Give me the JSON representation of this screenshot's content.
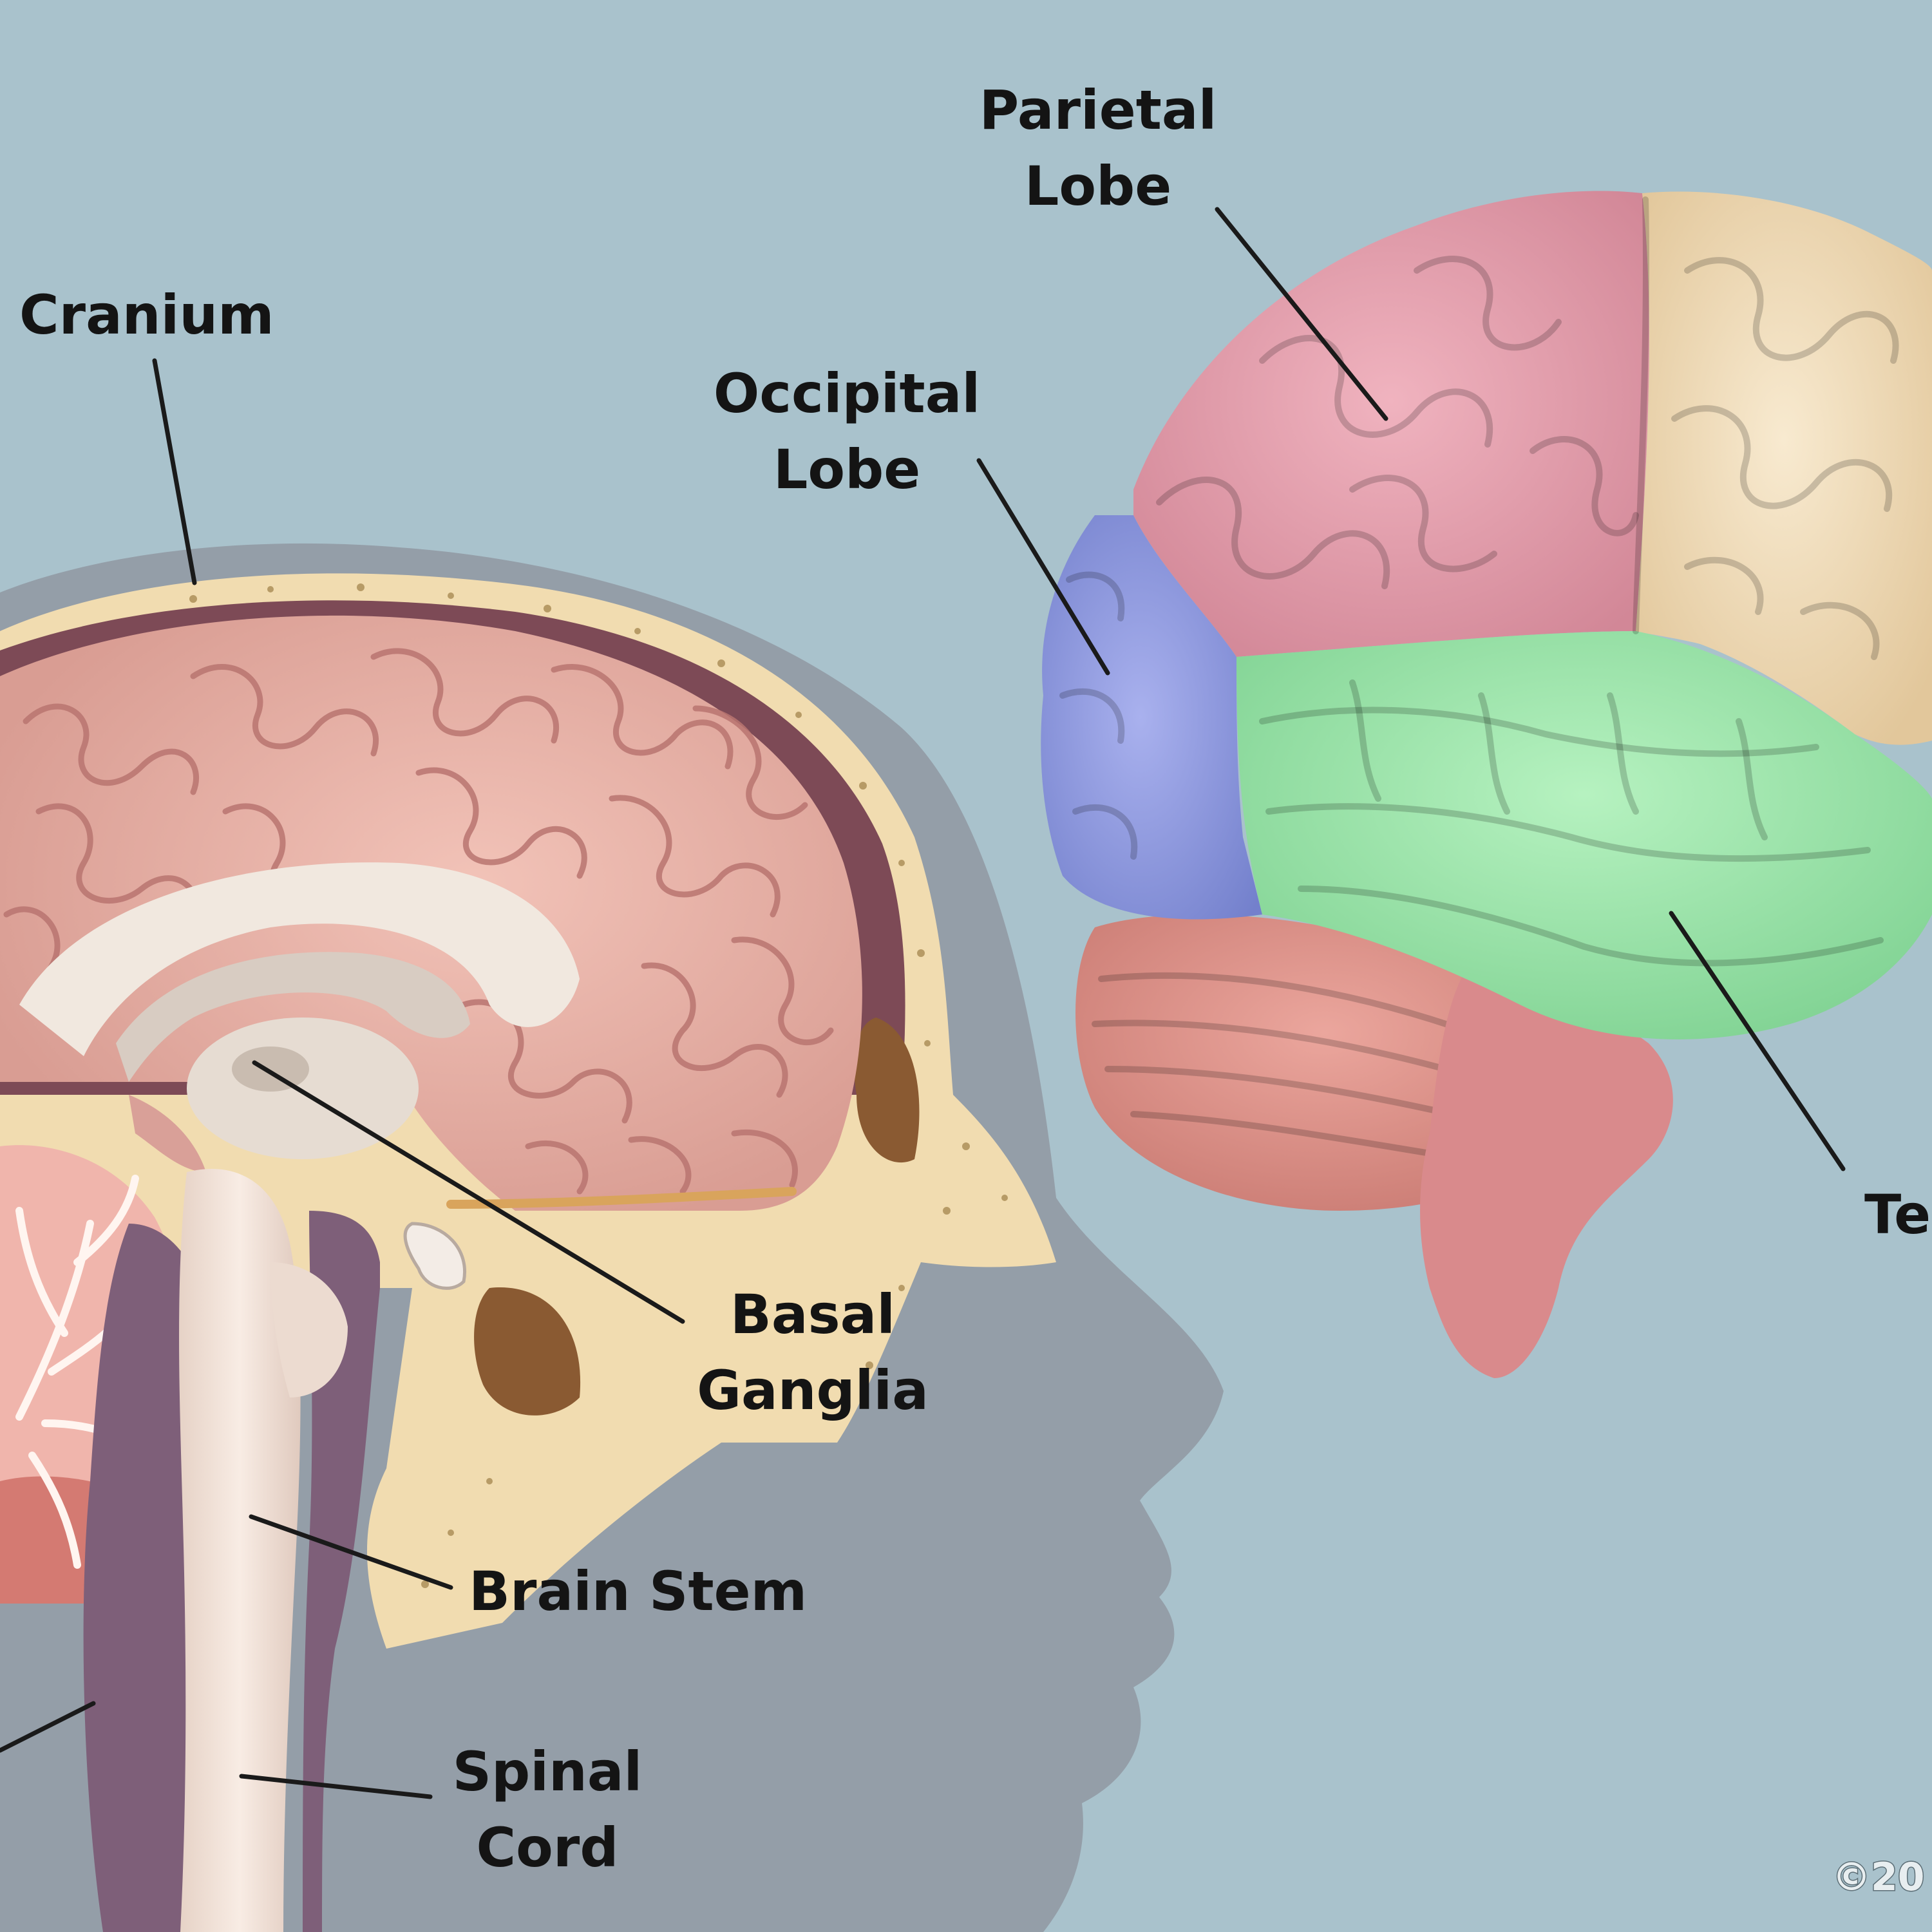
{
  "labels": {
    "cranium": "Cranium",
    "parietal_1": "Parietal",
    "parietal_2": "Lobe",
    "occipital_1": "Occipital",
    "occipital_2": "Lobe",
    "basal_1": "Basal",
    "basal_2": "Ganglia",
    "brain_stem": "Brain Stem",
    "spinal_1": "Spinal",
    "spinal_2": "Cord",
    "temporal_partial": "Te"
  },
  "copyright_partial": "©20",
  "colors": {
    "background": "#a9c2cc",
    "head_silhouette": "#949ea8",
    "skull_bone": "#f1dcb0",
    "cerebrum_medial": "#eab0a6",
    "parietal_lobe": "#e29aa8",
    "frontal_lobe": "#f0ddb6",
    "occipital_lobe": "#8c96dc",
    "temporal_lobe": "#98e6a6",
    "cerebellum": "#d98e86",
    "brain_stem_tissue": "#f3e4dc"
  }
}
